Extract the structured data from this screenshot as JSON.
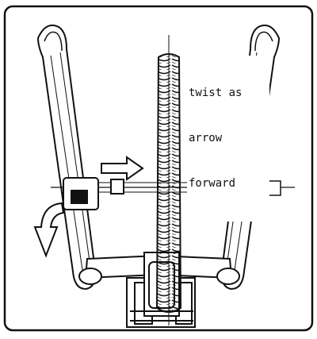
{
  "figure": {
    "background": "#ffffff",
    "line_color": "#111111",
    "label_lines": [
      "twist as",
      "arrow",
      "forward"
    ]
  }
}
